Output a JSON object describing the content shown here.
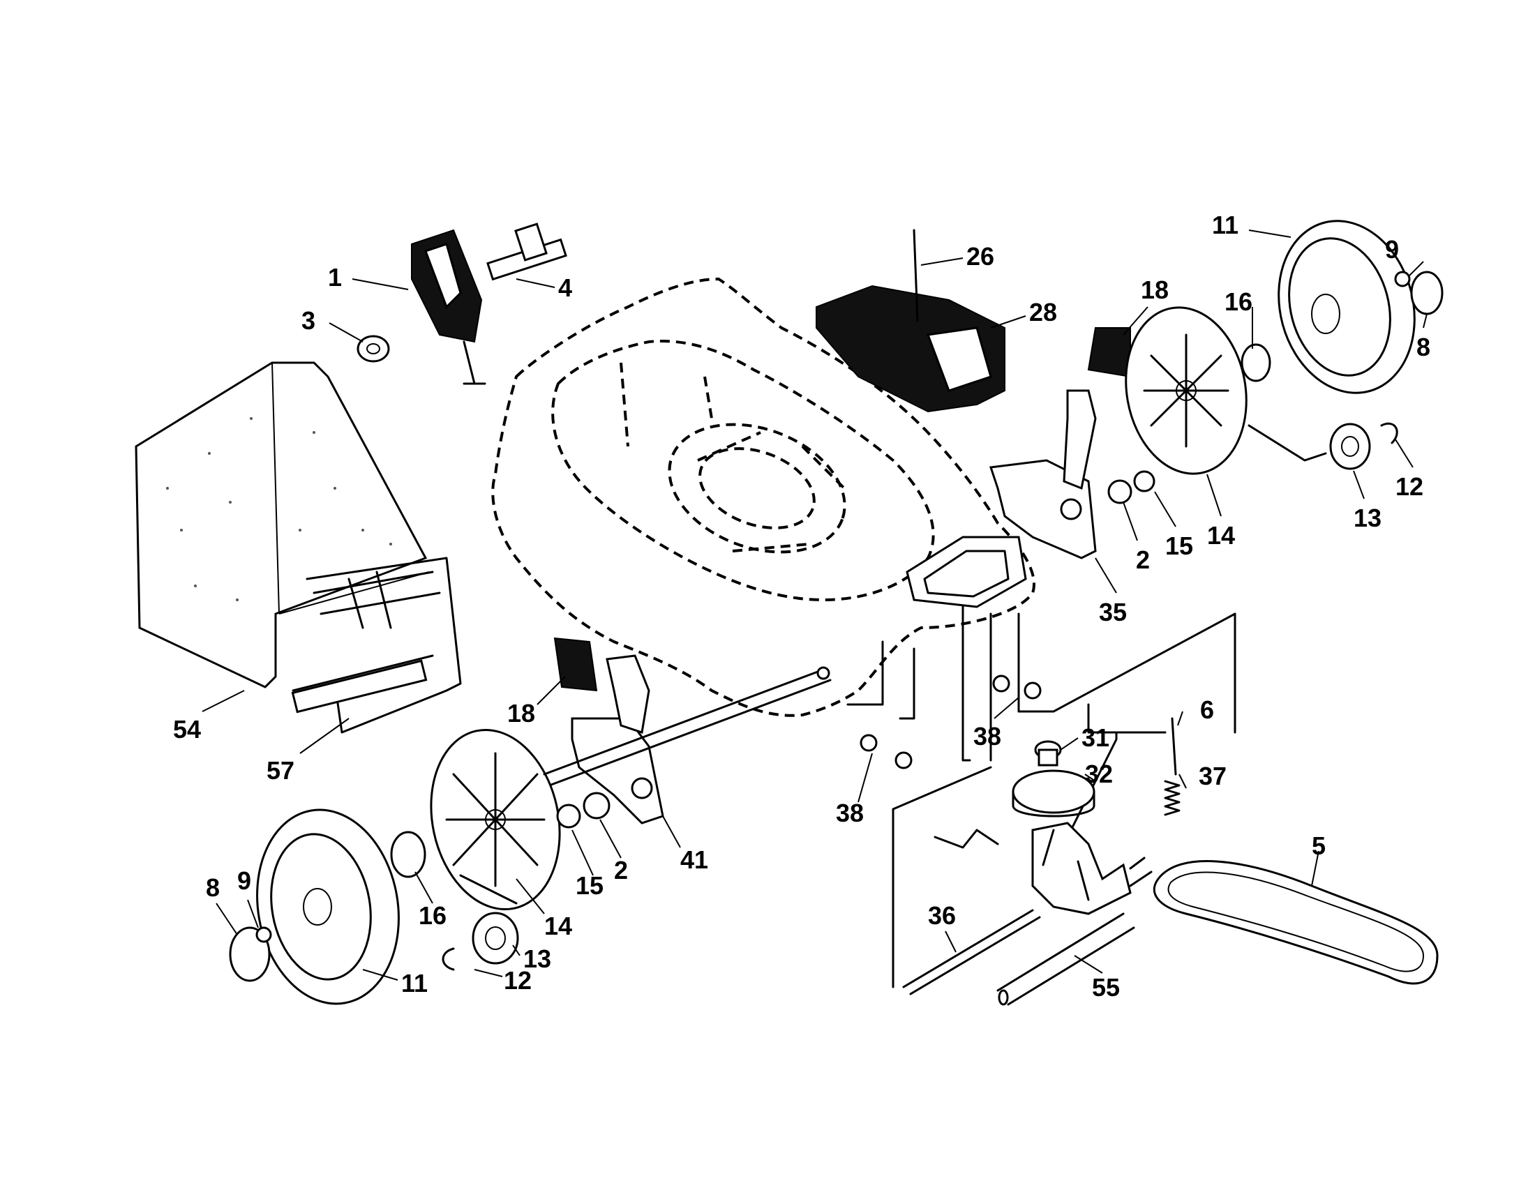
{
  "diagram": {
    "labels": [
      {
        "id": "lbl-1",
        "text": "1"
      },
      {
        "id": "lbl-4",
        "text": "4"
      },
      {
        "id": "lbl-3",
        "text": "3"
      },
      {
        "id": "lbl-26",
        "text": "26"
      },
      {
        "id": "lbl-28",
        "text": "28"
      },
      {
        "id": "lbl-18-top",
        "text": "18"
      },
      {
        "id": "lbl-11-top",
        "text": "11"
      },
      {
        "id": "lbl-9-top",
        "text": "9"
      },
      {
        "id": "lbl-8-top",
        "text": "8"
      },
      {
        "id": "lbl-16-top",
        "text": "16"
      },
      {
        "id": "lbl-12-top",
        "text": "12"
      },
      {
        "id": "lbl-13-top",
        "text": "13"
      },
      {
        "id": "lbl-14-top",
        "text": "14"
      },
      {
        "id": "lbl-15-top",
        "text": "15"
      },
      {
        "id": "lbl-2-top",
        "text": "2"
      },
      {
        "id": "lbl-35",
        "text": "35"
      },
      {
        "id": "lbl-54",
        "text": "54"
      },
      {
        "id": "lbl-57",
        "text": "57"
      },
      {
        "id": "lbl-18-bottom",
        "text": "18"
      },
      {
        "id": "lbl-38-mid",
        "text": "38"
      },
      {
        "id": "lbl-38-left",
        "text": "38"
      },
      {
        "id": "lbl-6",
        "text": "6"
      },
      {
        "id": "lbl-31",
        "text": "31"
      },
      {
        "id": "lbl-32",
        "text": "32"
      },
      {
        "id": "lbl-37",
        "text": "37"
      },
      {
        "id": "lbl-5",
        "text": "5"
      },
      {
        "id": "lbl-41",
        "text": "41"
      },
      {
        "id": "lbl-2-bottom",
        "text": "2"
      },
      {
        "id": "lbl-15-bottom",
        "text": "15"
      },
      {
        "id": "lbl-16-bottom",
        "text": "16"
      },
      {
        "id": "lbl-14-bottom",
        "text": "14"
      },
      {
        "id": "lbl-13-bottom",
        "text": "13"
      },
      {
        "id": "lbl-12-bottom",
        "text": "12"
      },
      {
        "id": "lbl-11-bottom",
        "text": "11"
      },
      {
        "id": "lbl-8-bottom",
        "text": "8"
      },
      {
        "id": "lbl-9-bottom",
        "text": "9"
      },
      {
        "id": "lbl-36",
        "text": "36"
      },
      {
        "id": "lbl-55",
        "text": "55"
      }
    ]
  }
}
